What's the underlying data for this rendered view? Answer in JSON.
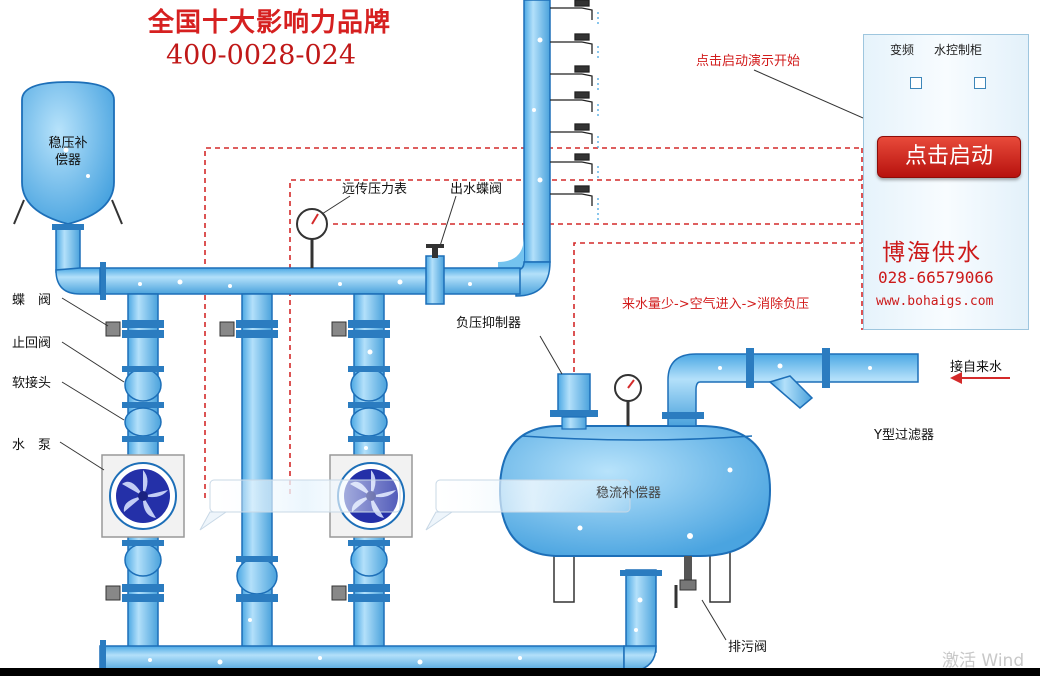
{
  "brand": {
    "slogan": "全国十大影响力品牌",
    "hotline": "400-0028-024"
  },
  "labels": {
    "stabilizer": "稳压补\n偿器",
    "remote_gauge": "远传压力表",
    "outlet_valve": "出水蝶阀",
    "butterfly_valve": "蝶　阀",
    "check_valve": "止回阀",
    "soft_joint": "软接头",
    "pump": "水　泵",
    "neg_pressure": "负压抑制器",
    "inlet": "接自来水",
    "y_filter": "Y型过滤器",
    "flow_tank": "稳流补偿器",
    "drain_valve": "排污阀",
    "demo_hint": "点击启动演示开始",
    "note": "来水量少->空气进入->消除负压"
  },
  "panel": {
    "title_left": "变频",
    "title_right": "水控制柜",
    "start_button": "点击启动",
    "company": "博海供水",
    "phone": "028-66579066",
    "website": "www.bohaigs.com"
  },
  "watermark": "激活 Wind",
  "colors": {
    "pipe": "#74c3ef",
    "pipe_edge": "#1d6fb8",
    "dashed": "#d42a2a",
    "brand_red": "#d62020"
  }
}
